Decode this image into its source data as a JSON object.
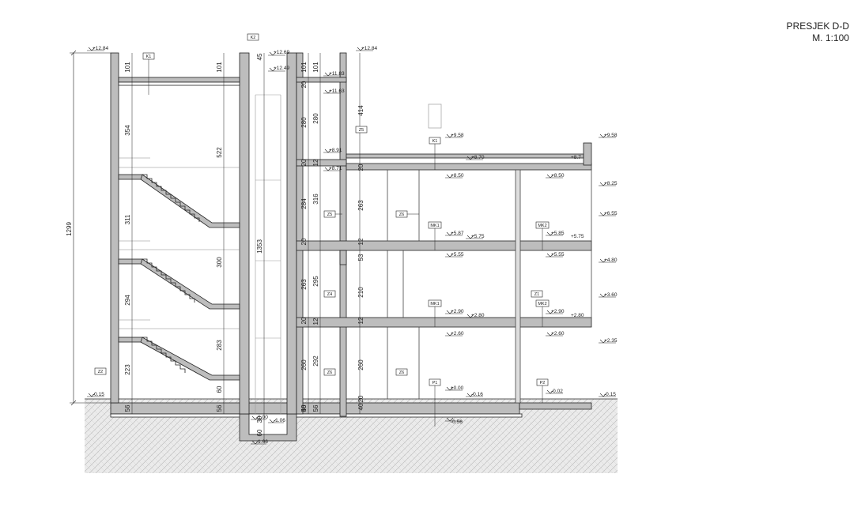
{
  "title": {
    "line1": "PRESJEK D-D",
    "line2": "M. 1:100"
  },
  "dimensions": {
    "overall_height": "1299",
    "stair_core": [
      "101",
      "354",
      "311",
      "294",
      "223",
      "56"
    ],
    "stair_flights": [
      "101",
      "522",
      "300",
      "283",
      "60",
      "56"
    ],
    "shaft_height": "1353",
    "shaft_top": "45",
    "pit": [
      "30",
      "60"
    ],
    "left_col_a": [
      "101",
      "280",
      "284",
      "263",
      "260",
      "56"
    ],
    "left_col_b": [
      "101",
      "280",
      "316",
      "295",
      "292",
      "56"
    ],
    "small": [
      "20",
      "20",
      "12",
      "20",
      "12",
      "20",
      "12",
      "20",
      "12",
      "40",
      "20"
    ],
    "annex_right": [
      "414",
      "263",
      "53",
      "210",
      "260",
      "40"
    ]
  },
  "levels": {
    "top_left": "+12.84",
    "k2_top": "+12.69",
    "k2_bottom": "+12.49",
    "roof_slab_a": "+11.83",
    "roof_slab_b": "+11.63",
    "annex_top": "+9.58",
    "annex_right_top": "+9.58",
    "annex_a": "+8.91",
    "annex_b": "+8.71",
    "annex_roof": "+8.70",
    "annex_roof_r": "+8.7",
    "annex_c": "+8.50",
    "annex_d": "+8.50",
    "r_825": "+8.25",
    "r_655": "+6.55",
    "f2_a": "+5.87",
    "f2_b": "+5.75",
    "f2_c": "+5.85",
    "f2_d": "+5.75",
    "f2_e": "+5.55",
    "f2_f": "+5.55",
    "r_480": "+4.80",
    "r_360": "+3.60",
    "f1_a": "+2.90",
    "f1_b": "+2.80",
    "f1_c": "+2.90",
    "f1_d": "+2.80",
    "f1_e": "+2.60",
    "f1_f": "+2.60",
    "r_235": "+2.35",
    "g_left": "-0.15",
    "g_a": "±0.00",
    "g_b": "-0.16",
    "g_c": "-0.02",
    "g_right": "-0.15",
    "base": "-0.56",
    "pit_a": "-1.00",
    "pit_b": "-1.06",
    "pit_c": "-1.66"
  },
  "tags": {
    "k1_left": "K1",
    "k2": "K2",
    "z2": "Z2",
    "z5_a": "Z5",
    "z5_b": "Z5",
    "z6_a": "Z6",
    "z6_b": "Z6",
    "z6_c": "Z6",
    "z4": "Z4",
    "z1": "Z1",
    "k1_annex": "K1",
    "mk1_a": "MK1",
    "mk1_b": "MK1",
    "mk2_a": "MK2",
    "mk2_b": "MK2",
    "p1": "P1",
    "p2": "P2"
  },
  "colors": {
    "wall_fill": "#bdbdbd",
    "line": "#222222",
    "ground": "#e4e4e4"
  }
}
